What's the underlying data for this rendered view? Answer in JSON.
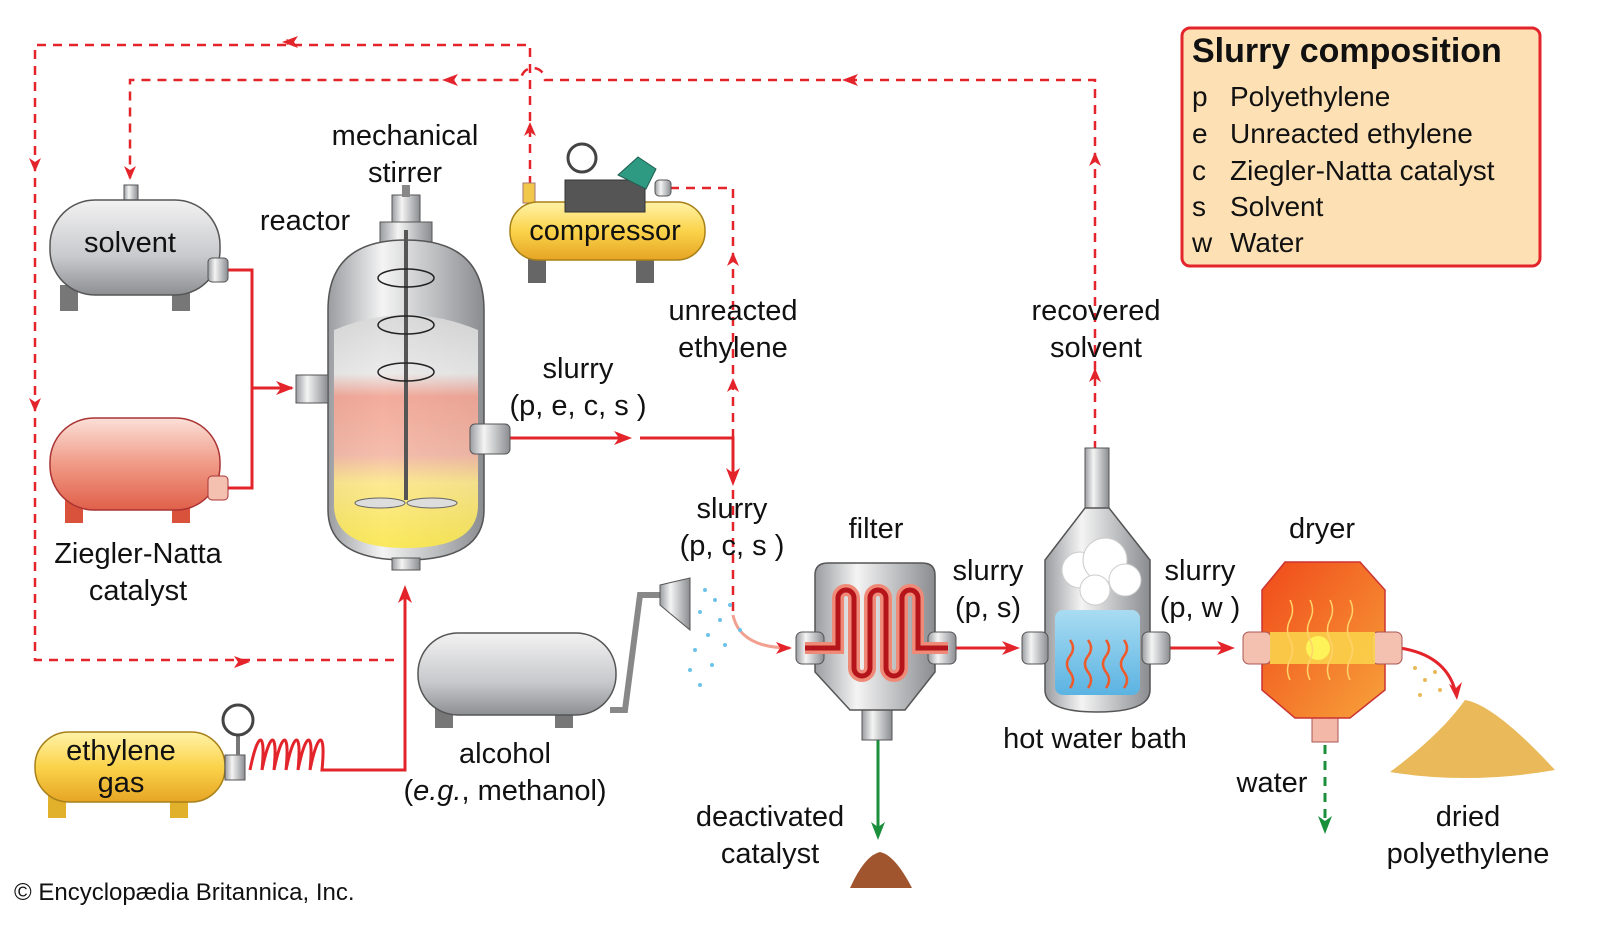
{
  "legend": {
    "title": "Slurry composition",
    "items": [
      {
        "key": "p",
        "label": "Polyethylene"
      },
      {
        "key": "e",
        "label": "Unreacted ethylene"
      },
      {
        "key": "c",
        "label": "Ziegler-Natta catalyst"
      },
      {
        "key": "s",
        "label": "Solvent"
      },
      {
        "key": "w",
        "label": "Water"
      }
    ],
    "border_color": "#e3242b",
    "fill_color": "#fde1b4"
  },
  "labels": {
    "solvent": "solvent",
    "catalyst_1": "Ziegler-Natta",
    "catalyst_2": "catalyst",
    "reactor": "reactor",
    "stirrer_1": "mechanical",
    "stirrer_2": "stirrer",
    "compressor": "compressor",
    "unreacted_1": "unreacted",
    "unreacted_2": "ethylene",
    "slurry_pecs_1": "slurry",
    "slurry_pecs_2": "(p, e, c, s )",
    "slurry_pcs_1": "slurry",
    "slurry_pcs_2": "(p, c, s )",
    "recovered_1": "recovered",
    "recovered_2": "solvent",
    "filter": "filter",
    "slurry_ps_1": "slurry",
    "slurry_ps_2": "(p, s)",
    "slurry_pw_1": "slurry",
    "slurry_pw_2": "(p, w )",
    "dryer": "dryer",
    "hot_water_bath": "hot water bath",
    "ethylene_1": "ethylene",
    "ethylene_2": "gas",
    "alcohol_1": "alcohol",
    "alcohol_2_em": "e.g.",
    "alcohol_2_rest": ", methanol)",
    "alcohol_2_open": "(",
    "deactivated_1": "deactivated",
    "deactivated_2": "catalyst",
    "water": "water",
    "dried_1": "dried",
    "dried_2": "polyethylene"
  },
  "copyright": "© Encyclopædia Britannica, Inc.",
  "colors": {
    "flow_line": "#e3242b",
    "waste_line": "#1a8f3c"
  }
}
